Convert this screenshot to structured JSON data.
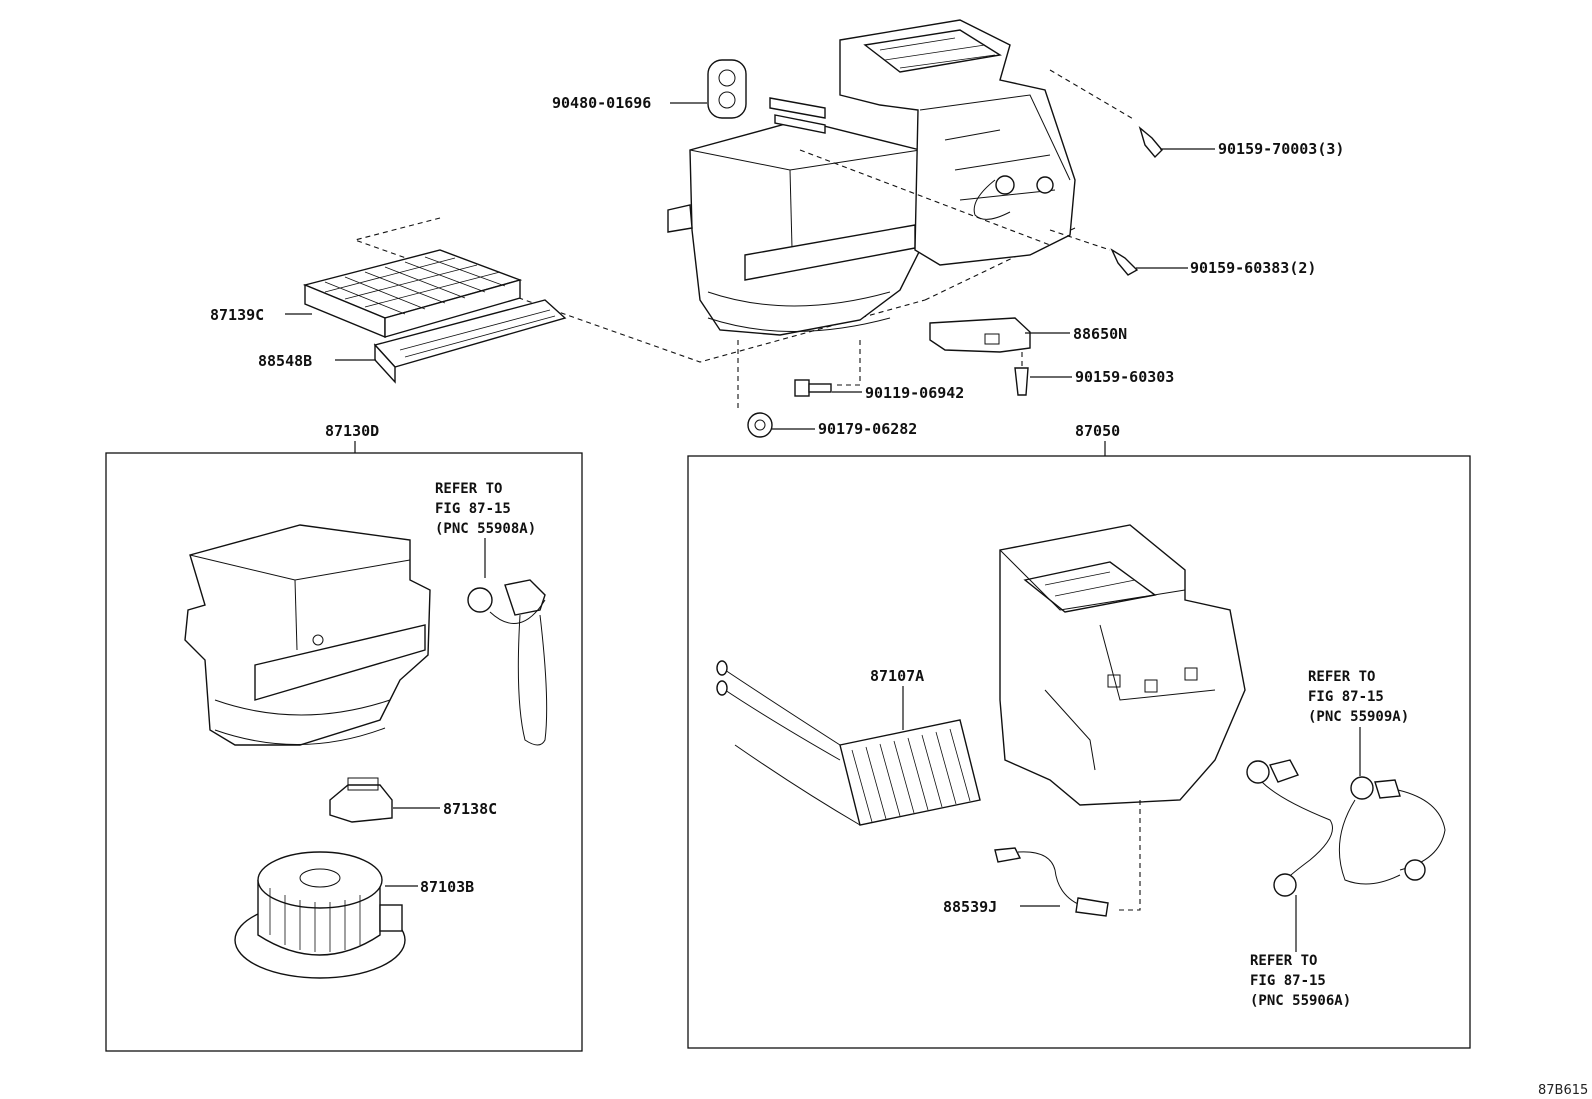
{
  "figure_id": "87B615",
  "labels": {
    "p90480": "90480-01696",
    "p90159_70003": "90159-70003(3)",
    "p90159_60383": "90159-60383(2)",
    "p87139c": "87139C",
    "p88548b": "88548B",
    "p88650n": "88650N",
    "p90159_60303": "90159-60303",
    "p90119_06942": "90119-06942",
    "p90179_06282": "90179-06282",
    "p87130d": "87130D",
    "p87050": "87050",
    "p87138c": "87138C",
    "p87103b": "87103B",
    "p87107a": "87107A",
    "p88539j": "88539J"
  },
  "refer_notes": [
    {
      "line1": "REFER TO",
      "line2": "FIG 87-15",
      "line3": "(PNC 55908A)"
    },
    {
      "line1": "REFER TO",
      "line2": "FIG 87-15",
      "line3": "(PNC 55909A)"
    },
    {
      "line1": "REFER TO",
      "line2": "FIG 87-15",
      "line3": "(PNC 55906A)"
    }
  ]
}
